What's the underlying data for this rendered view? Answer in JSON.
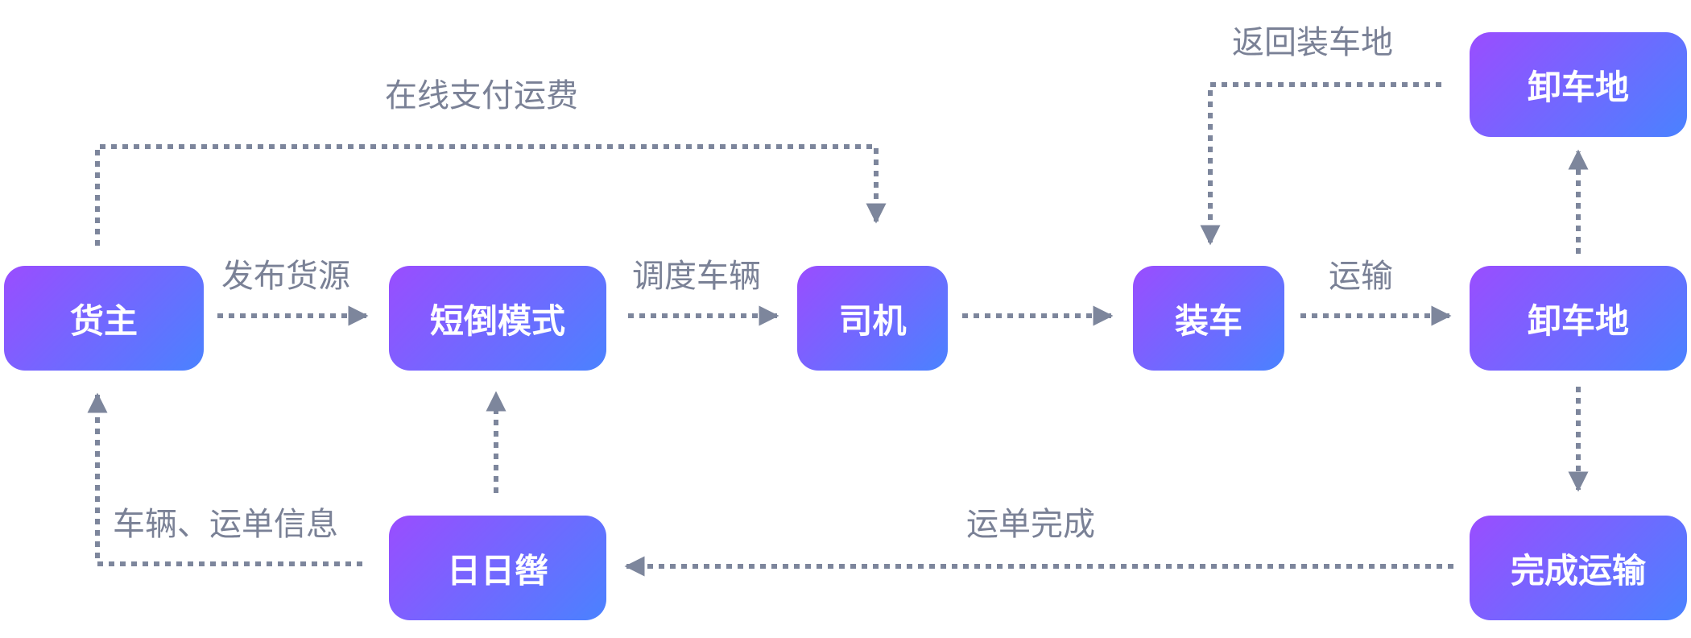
{
  "nodes": {
    "shipper": "货主",
    "short_haul": "短倒模式",
    "driver": "司机",
    "loading": "装车",
    "unload_top": "卸车地",
    "unload_mid": "卸车地",
    "complete_transport": "完成运输",
    "platform": "日日辔"
  },
  "labels": {
    "online_payment": "在线支付运费",
    "publish_cargo": "发布货源",
    "dispatch_vehicle": "调度车辆",
    "return_loading": "返回装车地",
    "transport": "运输",
    "vehicle_waybill_info": "车辆、运单信息",
    "waybill_complete": "运单完成"
  },
  "colors": {
    "gradient_start": "#9a4dff",
    "gradient_end": "#4a82ff",
    "arrow": "#7d869c",
    "label_text": "#7a8196"
  }
}
